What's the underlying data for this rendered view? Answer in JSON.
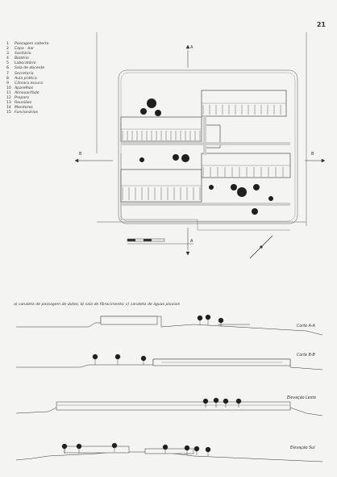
{
  "page": {
    "number": "21"
  },
  "legend": [
    {
      "num": "1",
      "label": "Passagem coberta"
    },
    {
      "num": "2",
      "label": "Copa - bar"
    },
    {
      "num": "3",
      "label": "Sanitário"
    },
    {
      "num": "4",
      "label": "Biotério"
    },
    {
      "num": "5",
      "label": "Laboratório"
    },
    {
      "num": "6",
      "label": "Sala de docente"
    },
    {
      "num": "7",
      "label": "Secretaria"
    },
    {
      "num": "8",
      "label": "Aula prática"
    },
    {
      "num": "9",
      "label": "Câmara escura"
    },
    {
      "num": "10",
      "label": "Aparelhos"
    },
    {
      "num": "11",
      "label": "Almoxarifado"
    },
    {
      "num": "12",
      "label": "Preparo"
    },
    {
      "num": "13",
      "label": "Reuniões"
    },
    {
      "num": "14",
      "label": "Monitores"
    },
    {
      "num": "15",
      "label": "Funcionários"
    }
  ],
  "plan": {
    "cut_a": "A",
    "cut_b": "B"
  },
  "notes": "a) canaleta de passagem de dutos; b) sala de fibrocimento; c) canaleta de águas pluviais",
  "sections": [
    {
      "label": "Corte A-A"
    },
    {
      "label": "Corte B-B"
    },
    {
      "label": "Elevação Leste"
    },
    {
      "label": "Elevação Sul"
    }
  ],
  "colors": {
    "ink": "#333333",
    "tree": "#222222",
    "paper": "#f4f4f2"
  }
}
